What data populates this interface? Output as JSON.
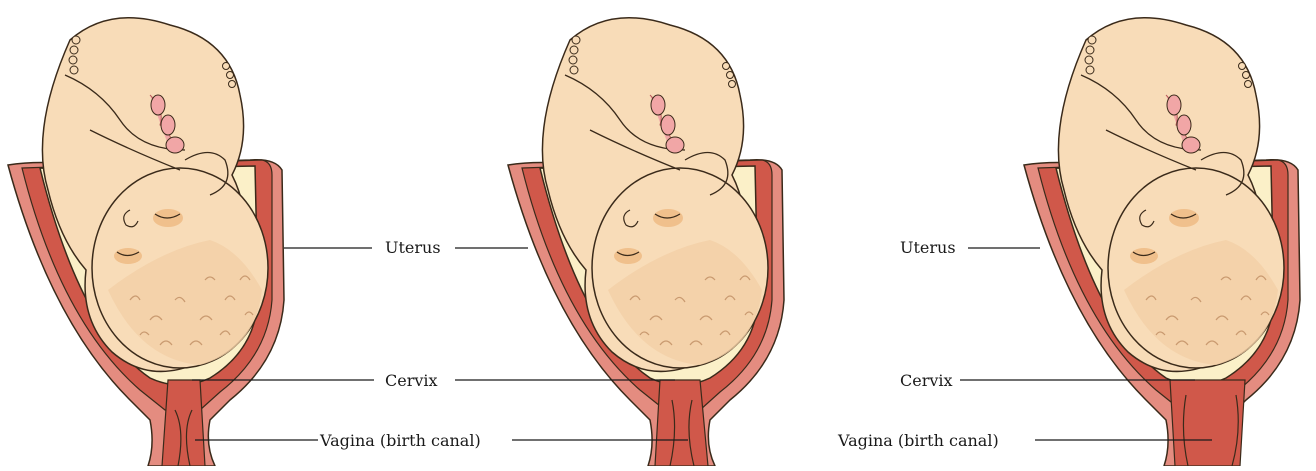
{
  "labels": {
    "uterus": "Uterus",
    "cervix": "Cervix",
    "vagina": "Vagina (birth canal)"
  },
  "colors": {
    "background": "#ffffff",
    "skin": "#f8dcb8",
    "skin_outline": "#3a2a1a",
    "hair": "#c99a70",
    "eyelid": "#f0c08c",
    "umbilical_cord": "#f1a6a6",
    "uterus_wall": "#d0584a",
    "uterus_outer": "#e48c80",
    "membrane": "#fbf0c8",
    "line": "#1a1a1a"
  }
}
